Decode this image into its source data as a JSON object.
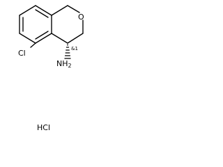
{
  "molecule": {
    "atoms": {
      "ring_oxygen": "O",
      "chlorine": "Cl",
      "amine": "NH",
      "amine_subscript": "2",
      "stereo_descriptor": "&1"
    },
    "salt": "HCl"
  }
}
